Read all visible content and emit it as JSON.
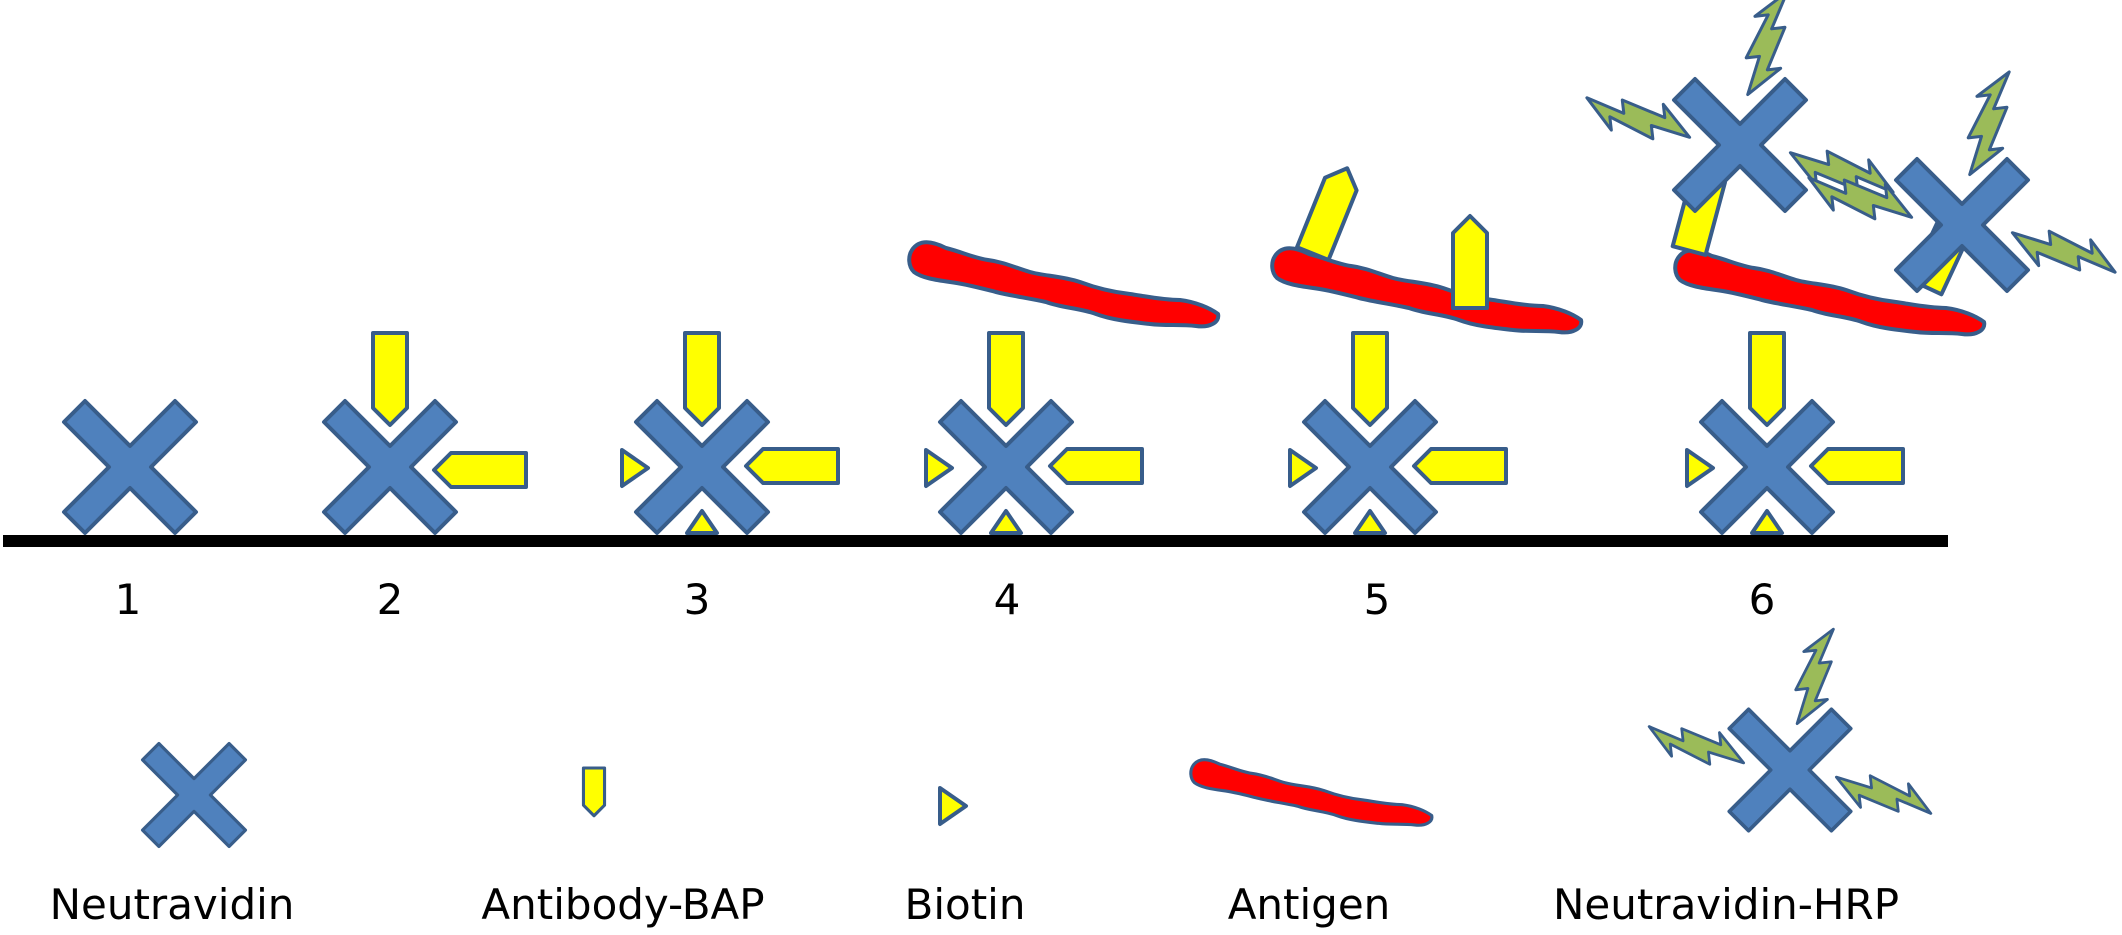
{
  "colors": {
    "neutravidin": "#4f81bd",
    "outline": "#385d8a",
    "antibody": "#ffff00",
    "antigen": "#ff0000",
    "hrp": "#9bbb59",
    "surface": "#000000"
  },
  "steps": [
    "1",
    "2",
    "3",
    "4",
    "5",
    "6"
  ],
  "legend": [
    {
      "label": "Neutravidin",
      "icon": "neutravidin-x"
    },
    {
      "label": "Antibody-BAP",
      "icon": "antibody-arrow"
    },
    {
      "label": "Biotin",
      "icon": "biotin-triangle"
    },
    {
      "label": "Antigen",
      "icon": "antigen-blob"
    },
    {
      "label": "Neutravidin-HRP",
      "icon": "neutravidin-hrp"
    }
  ]
}
